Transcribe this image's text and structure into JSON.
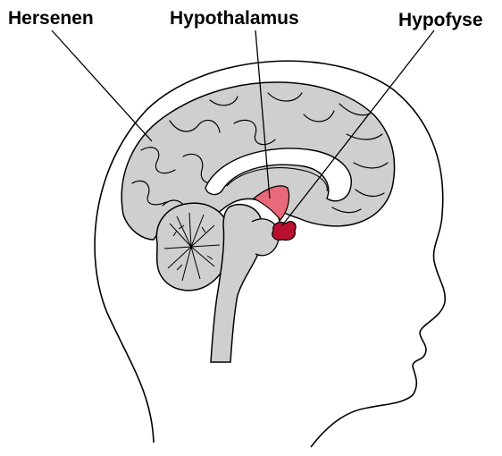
{
  "labels": {
    "brain": "Hersenen",
    "hypothalamus": "Hypothalamus",
    "pituitary": "Hypofyse"
  },
  "colors": {
    "tissue": "#cfcfcf",
    "outline": "#000000",
    "hypothalamus": "#e8697a",
    "pituitary": "#b8102e"
  }
}
